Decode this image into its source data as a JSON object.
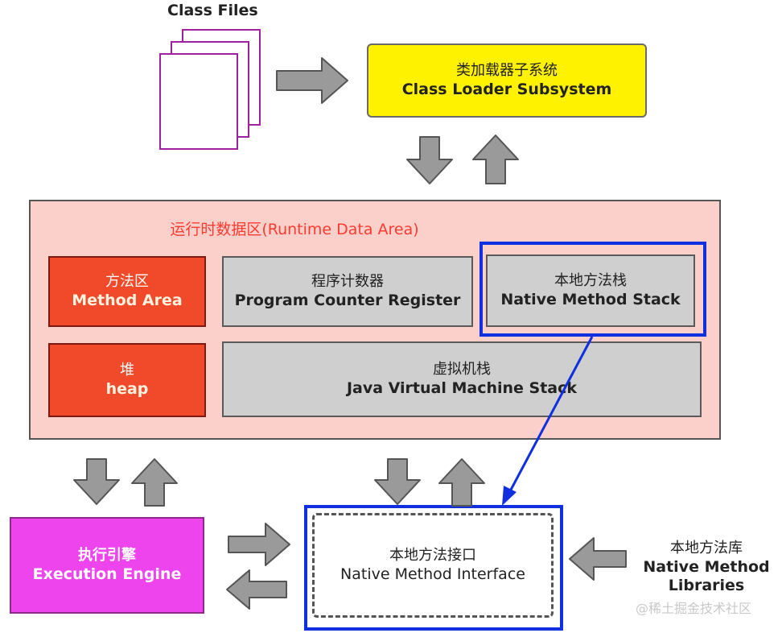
{
  "class_files": {
    "label": "Class Files"
  },
  "class_loader": {
    "title_zh": "类加载器子系统",
    "title_en": "Class Loader Subsystem"
  },
  "runtime_area": {
    "title": "运行时数据区(Runtime Data Area)",
    "method_area": {
      "zh": "方法区",
      "en": "Method Area"
    },
    "pc_register": {
      "zh": "程序计数器",
      "en": "Program Counter Register"
    },
    "native_stack": {
      "zh": "本地方法栈",
      "en": "Native Method Stack"
    },
    "heap": {
      "zh": "堆",
      "en": "heap"
    },
    "jvm_stack": {
      "zh": "虚拟机栈",
      "en": "Java Virtual Machine Stack"
    }
  },
  "execution_engine": {
    "zh": "执行引擎",
    "en": "Execution Engine"
  },
  "native_interface": {
    "zh": "本地方法接口",
    "en": "Native Method Interface"
  },
  "native_libraries": {
    "zh": "本地方法库",
    "en_line1": "Native Method",
    "en_line2": "Libraries"
  },
  "watermark": "@稀土掘金技术社区",
  "colors": {
    "class_loader_fill": "#fff200",
    "runtime_area_fill": "#fbd0cb",
    "runtime_title": "#ff3b30",
    "red_box": "#f04a2a",
    "gray_box": "#cfcfcf",
    "execution_engine_fill": "#ee44ee",
    "highlight_blue": "#1030e0",
    "arrow_gray": "#9a9a9a"
  }
}
